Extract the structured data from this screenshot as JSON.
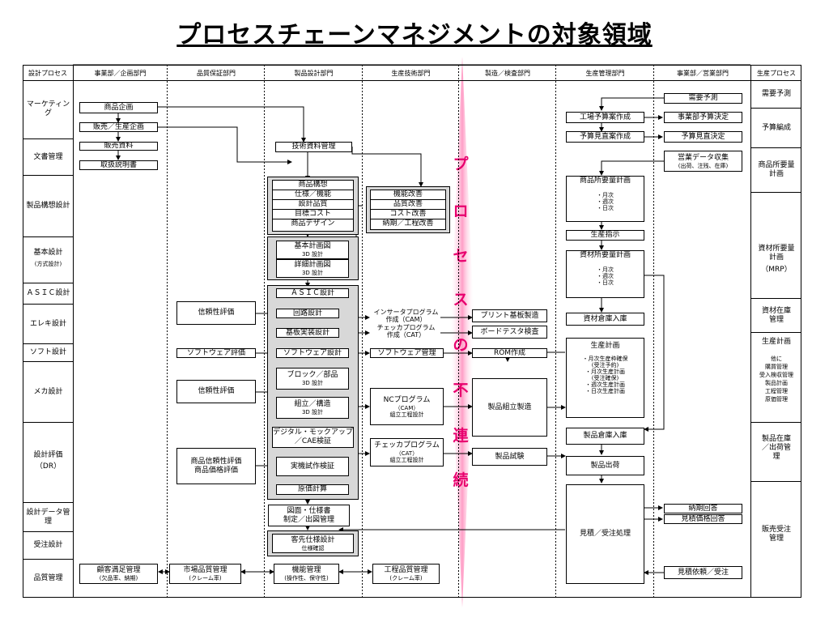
{
  "title": "プロセスチェーンマネジメントの対象領域",
  "headers": {
    "left": "設計プロセス",
    "planning": "事業部／企画部門",
    "quality": "品質保証部門",
    "design": "製品設計部門",
    "prodeng": "生産技術部門",
    "mfg": "製造／検査部門",
    "prodmgmt": "生産管理部門",
    "sales": "事業部／営業部門",
    "right": "生産プロセス"
  },
  "left_rows": [
    "マーケティング",
    "文書管理",
    "製品構想設計",
    "基本設計",
    "(方式設計)",
    "ＡＳＩＣ設計",
    "エレキ設計",
    "ソフト設計",
    "メカ設計",
    "設計評価",
    "（DR）",
    "設計データ管理",
    "受注設計",
    "品質管理"
  ],
  "right_rows": [
    "需要予測",
    "予算編成",
    "商品所要量計画",
    "資材所要量計画",
    "（MRP）",
    "資材在庫管理",
    "生産計画",
    "他に",
    "購買管理",
    "受入検収管理",
    "製品計画",
    "工程管理",
    "原価管理",
    "製品在庫／出荷管理",
    "販売受注管理"
  ],
  "planning": {
    "product_plan": "商品企画",
    "sales_prod_plan": "販売／生産企画",
    "sales_material": "販売資料",
    "manual": "取扱説明書",
    "cs_mgmt": "顧客満足管理",
    "cs_sub": "(欠品率、納期)"
  },
  "quality": {
    "reliability1": "信頼性評価",
    "software_eval": "ソフトウェア評価",
    "reliability2": "信頼性評価",
    "prod_rel1": "商品信頼性評価",
    "prod_rel2": "商品価格評価",
    "market_q": "市場品質管理",
    "market_q_sub": "(クレーム率)"
  },
  "design": {
    "tech_doc": "技術資料管理",
    "concept": [
      "商品構想",
      "仕様／機能",
      "設計品質",
      "目標コスト",
      "商品デザイン"
    ],
    "basic1": "基本計画図",
    "basic1_sub": "3D 設計",
    "basic2": "詳細計画図",
    "basic2_sub": "3D 設計",
    "asic": "ＡＳＩＣ設計",
    "circuit": "回路設計",
    "board": "基板実装設計",
    "software": "ソフトウェア設計",
    "block": "ブロック／部品",
    "block_sub": "3D 設計",
    "assembly": "組立／構造",
    "assembly_sub": "3D 設計",
    "digital": "デジタル・モックアップ",
    "digital_sub": "／CAE検証",
    "verify": "実機試作検証",
    "cost": "原価計算",
    "drawing": "図面・仕様書",
    "drawing_sub": "制定／出図管理",
    "custom": "客先仕様設計",
    "custom_sub": "仕様確認",
    "func_mgmt": "機能管理",
    "func_mgmt_sub": "(操作性、保守性)"
  },
  "prodeng": {
    "improve": [
      "機能改善",
      "品質改善",
      "コスト改善",
      "納期／工程改善"
    ],
    "insert": "インサータプログラム",
    "insert_sub": "作成（CAM）",
    "checker": "チェッカプログラム",
    "checker_sub": "作成（CAT）",
    "sw_mgmt": "ソフトウェア管理",
    "nc": "NCプログラム",
    "nc_sub1": "（CAM）",
    "nc_sub2": "組立工程設計",
    "checker2": "チェッカプログラム",
    "checker2_sub1": "（CAT）",
    "checker2_sub2": "組立工程設計",
    "process_q": "工程品質管理",
    "process_q_sub": "(クレーム率)"
  },
  "mfg": {
    "pcb": "プリント基板製造",
    "board_test": "ボードテスタ検査",
    "rom": "ROM作成",
    "assembly": "製品組立製造",
    "test": "製品試験"
  },
  "prodmgmt": {
    "factory_budget": "工場予算案作成",
    "budget_est": "予算見直案作成",
    "prod_req": "商品所要量計画",
    "periods1": [
      "・月次",
      "・週次",
      "・日次"
    ],
    "prod_order": "生産指示",
    "mat_req": "資材所要量計画",
    "periods2": [
      "・月次",
      "・週次",
      "・日次"
    ],
    "mat_in": "資材倉庫入庫",
    "plan": "生産計画",
    "plan_items": [
      "・月次生産枠確保",
      "(受注予約)",
      "・月次生産計画",
      "(受注確保)",
      "・週次生産計画",
      "・日次生産計画"
    ],
    "prod_in": "製品倉庫入庫",
    "ship": "製品出荷",
    "quote": "見積／受注処理"
  },
  "sales": {
    "demand": "需要予測",
    "budget_dec": "事業部予算決定",
    "budget_rev": "予算見直決定",
    "sales_data": "営業データ収集",
    "sales_data_sub": "(出荷、注残、在庫)",
    "delivery": "納期回答",
    "price": "見積価格回答",
    "estimate": "見積依頼／受注"
  },
  "gap_text": [
    "プ",
    "ロ",
    "セ",
    "ス",
    "の",
    "不",
    "連",
    "続"
  ],
  "colors": {
    "gap": "#ff9ec6",
    "gap_text": "#e8006e",
    "group_fill": "#d8d8d8"
  }
}
